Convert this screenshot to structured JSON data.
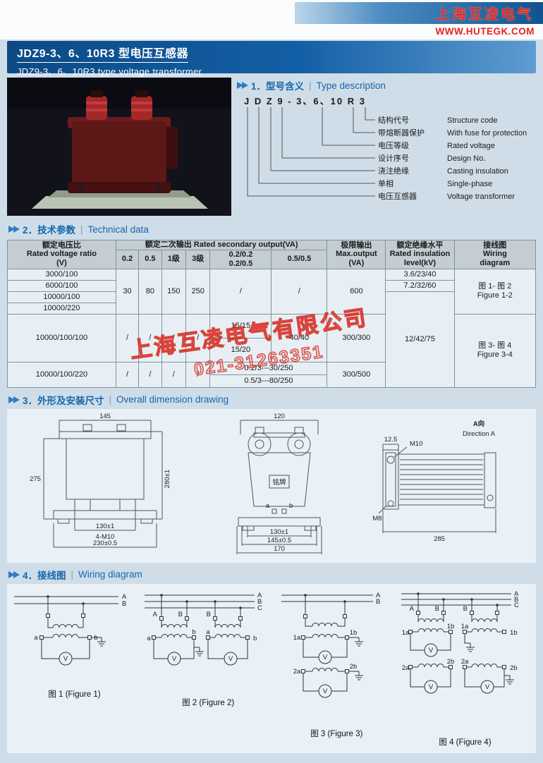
{
  "page": {
    "brand": "上海互凌电气",
    "website": "WWW.HUTEGK.COM"
  },
  "title": {
    "cn": "JDZ9-3、6、10R3 型电压互感器",
    "en": "JDZ9-3、6、10R3  type voltage transformer"
  },
  "sections": {
    "sep": "|",
    "s1_num": "1．",
    "s1_cn": "型号含义",
    "s1_en": "Type description",
    "s2_num": "2．",
    "s2_cn": "技术参数",
    "s2_en": "Technical data",
    "s3_num": "3．",
    "s3_cn": "外形及安装尺寸",
    "s3_en": "Overall dimension drawing",
    "s4_num": "4．",
    "s4_cn": "接线图",
    "s4_en": "Wiring diagram"
  },
  "type_desc": {
    "model": "J D Z 9 - 3、6、10 R 3",
    "items": [
      {
        "cn": "结构代号",
        "en": "Structure code"
      },
      {
        "cn": "带熔断器保护",
        "en": "With fuse for protection"
      },
      {
        "cn": "电压等级",
        "en": "Rated voltage"
      },
      {
        "cn": "设计序号",
        "en": "Design No."
      },
      {
        "cn": "浇注绝缘",
        "en": "Casting insulation"
      },
      {
        "cn": "单相",
        "en": "Single-phase"
      },
      {
        "cn": "电压互感器",
        "en": "Voltage transformer"
      }
    ]
  },
  "table": {
    "h_ratio": "额定电压比\nRated voltage ratio\n(V)",
    "h_secondary": "额定二次输出 Rated secondary output(VA)",
    "h_max": "极限输出\nMax.output\n(VA)",
    "h_ins": "额定绝缘水平\nRated insulation\nlevel(kV)",
    "h_wiring": "接线图\nWiring\ndiagram",
    "sub": [
      "0.2",
      "0.5",
      "1级",
      "3级",
      "0.2/0.2\n0.2/0.5",
      "0.5/0.5"
    ],
    "r1_ratio": "3000/100",
    "r2_ratio": "6000/100",
    "r3_ratio": "10000/100",
    "r4_ratio": "10000/220",
    "g1_02": "30",
    "g1_05": "80",
    "g1_1": "150",
    "g1_3": "250",
    "g1_dual1": "/",
    "g1_dual2": "/",
    "g1_max": "600",
    "r1_ins": "3.6/23/40",
    "r2_ins": "7.2/32/60",
    "g2_ins": "12/42/75",
    "g1_wiring": "图 1- 图 2\nFigure 1-2",
    "r5_ratio": "10000/100/100",
    "r5_02": "/",
    "r5_05": "/",
    "r5_1": "/",
    "r5_3": "/",
    "r5_dual1a": "15/15",
    "r5_dual1b": "15/20",
    "r5_dual2": "40/40",
    "r5_max": "300/300",
    "g2_wiring": "图 3- 图 4\nFigure 3-4",
    "r6_ratio": "10000/100/220",
    "r6_02": "/",
    "r6_05": "/",
    "r6_1": "/",
    "r6_3": "/",
    "r6_line1": "0.2/3---30/250",
    "r6_line2": "0.5/3---80/250",
    "r6_max": "300/500"
  },
  "watermark": {
    "line1": "上海互凌电气有限公司",
    "line2": "021-31263351"
  },
  "dims": {
    "d145": "145",
    "d275": "275",
    "d280": "280±1",
    "d130a": "130±1",
    "m10a": "4-M10",
    "d230": "230±0.5",
    "d120": "120",
    "plate": "铭牌",
    "ta": "a",
    "tb": "b",
    "d130b": "130±1",
    "d145b": "145±0.5",
    "d170": "170",
    "dir_cn": "A向",
    "dir_en": "Direction A",
    "d125": "12.5",
    "m10b": "M10",
    "m8": "M8",
    "d285": "285"
  },
  "wiring": {
    "meter": "V",
    "lineA": "A",
    "lineB": "B",
    "lineC": "C",
    "fig1": {
      "caption": "图 1 (Figure 1)",
      "a": "a",
      "b": "b"
    },
    "fig2": {
      "caption": "图 2 (Figure 2)",
      "pA": "A",
      "pB": "B",
      "pB2": "B",
      "a1": "a",
      "b1": "b",
      "a2": "a",
      "b2": "b"
    },
    "fig3": {
      "caption": "图 3 (Figure 3)",
      "a1": "1a",
      "b1": "1b",
      "a2": "2a",
      "b2": "2b"
    },
    "fig4": {
      "caption": "图 4 (Figure 4)",
      "pA": "A",
      "pB": "B",
      "pB2": "B",
      "r1a1": "1a",
      "r1b1": "1b",
      "r1a2": "1a",
      "r1b2": "1b",
      "r2a1": "2a",
      "r2b1": "2b",
      "r2a2": "2a",
      "r2b2": "2b"
    }
  }
}
